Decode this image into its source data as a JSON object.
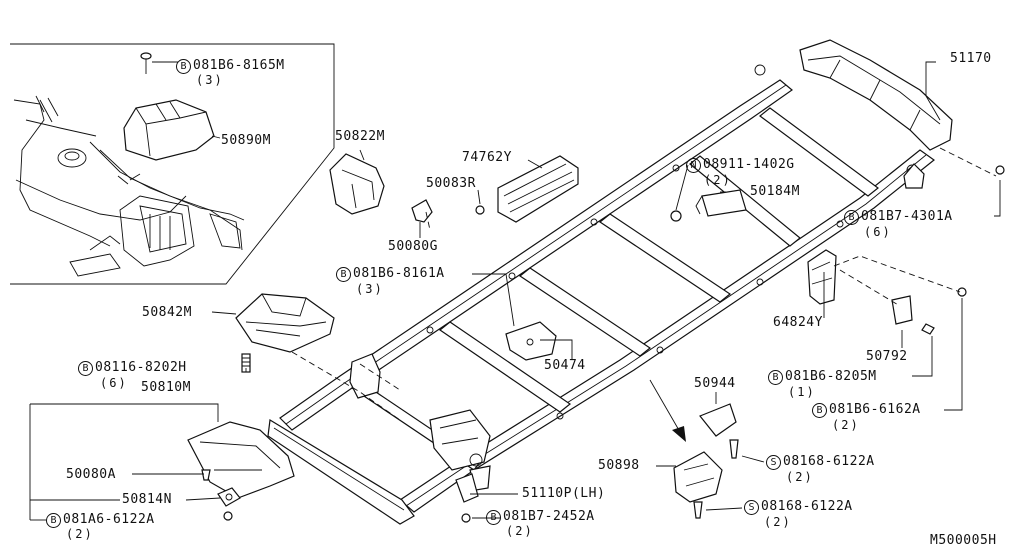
{
  "diagram": {
    "code": "M500005H",
    "labels": [
      {
        "id": "081b6-8165m",
        "prefix": "B",
        "text": "081B6-8165M",
        "qty": "(3)"
      },
      {
        "id": "50890m",
        "prefix": "",
        "text": "50890M",
        "qty": ""
      },
      {
        "id": "50822m",
        "prefix": "",
        "text": "50822M",
        "qty": ""
      },
      {
        "id": "74762y",
        "prefix": "",
        "text": "74762Y",
        "qty": ""
      },
      {
        "id": "50083r",
        "prefix": "",
        "text": "50083R",
        "qty": ""
      },
      {
        "id": "50080g",
        "prefix": "",
        "text": "50080G",
        "qty": ""
      },
      {
        "id": "08911-1402g",
        "prefix": "N",
        "text": "08911-1402G",
        "qty": "(2)"
      },
      {
        "id": "50184m",
        "prefix": "",
        "text": "50184M",
        "qty": ""
      },
      {
        "id": "51170",
        "prefix": "",
        "text": "51170",
        "qty": ""
      },
      {
        "id": "081b7-4301a",
        "prefix": "B",
        "text": "081B7-4301A",
        "qty": "(6)"
      },
      {
        "id": "081b6-8161a",
        "prefix": "B",
        "text": "081B6-8161A",
        "qty": "(3)"
      },
      {
        "id": "50842m",
        "prefix": "",
        "text": "50842M",
        "qty": ""
      },
      {
        "id": "64824y",
        "prefix": "",
        "text": "64824Y",
        "qty": ""
      },
      {
        "id": "50474",
        "prefix": "",
        "text": "50474",
        "qty": ""
      },
      {
        "id": "08116-8202h",
        "prefix": "B",
        "text": "08116-8202H",
        "qty": "(6)"
      },
      {
        "id": "50792",
        "prefix": "",
        "text": "50792",
        "qty": ""
      },
      {
        "id": "50810m",
        "prefix": "",
        "text": "50810M",
        "qty": ""
      },
      {
        "id": "50944",
        "prefix": "",
        "text": "50944",
        "qty": ""
      },
      {
        "id": "081b6-8205m",
        "prefix": "B",
        "text": "081B6-8205M",
        "qty": "(1)"
      },
      {
        "id": "081b6-6162a",
        "prefix": "B",
        "text": "081B6-6162A",
        "qty": "(2)"
      },
      {
        "id": "50080a",
        "prefix": "",
        "text": "50080A",
        "qty": ""
      },
      {
        "id": "50898",
        "prefix": "",
        "text": "50898",
        "qty": ""
      },
      {
        "id": "08168-6122a-upper",
        "prefix": "S",
        "text": "08168-6122A",
        "qty": "(2)"
      },
      {
        "id": "50814n",
        "prefix": "",
        "text": "50814N",
        "qty": ""
      },
      {
        "id": "51110p",
        "prefix": "",
        "text": "51110P(LH)",
        "qty": ""
      },
      {
        "id": "081a6-6122a",
        "prefix": "B",
        "text": "081A6-6122A",
        "qty": "(2)"
      },
      {
        "id": "081b7-2452a",
        "prefix": "B",
        "text": "081B7-2452A",
        "qty": "(2)"
      },
      {
        "id": "08168-6122a-lower",
        "prefix": "S",
        "text": "08168-6122A",
        "qty": "(2)"
      }
    ]
  }
}
